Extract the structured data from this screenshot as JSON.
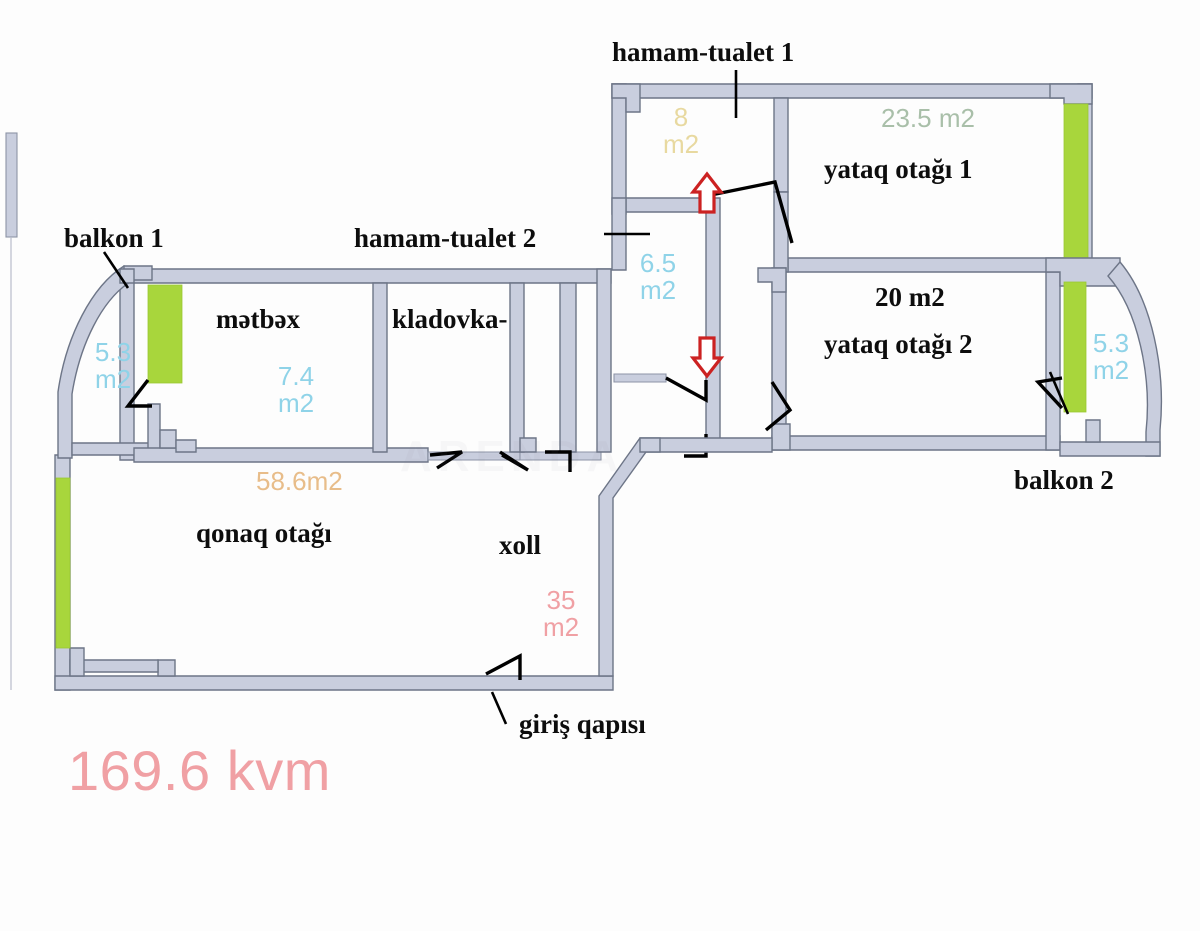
{
  "plan": {
    "total_area": "169.6 kvm",
    "total_area_color": "#f0a0a4",
    "background_color": "#fdfdfd",
    "wall_fill_color": "#c9cede",
    "wall_stroke_color": "#5b6276",
    "window_color": "#a8d63c",
    "door_swing_color": "#000000",
    "arrow_color": "#d02b2b",
    "watermark_text": "ARENDA"
  },
  "rooms": [
    {
      "id": "hamam-tualet-1",
      "name": "hamam-tualet 1",
      "name_style": "callout",
      "area": "8",
      "area_unit": "m2",
      "area_color": "#e8d9a0"
    },
    {
      "id": "yataq-otagi-1",
      "name": "yataq otağı 1",
      "name_style": "inline",
      "area": "23.5 m2",
      "area_unit": "",
      "area_color": "#a9bfa9"
    },
    {
      "id": "yataq-otagi-2",
      "name": "yataq otağı 2",
      "name_style": "inline",
      "area": "20 m2",
      "area_unit": "",
      "area_color": "#0d0d0d"
    },
    {
      "id": "hamam-tualet-2",
      "name": "hamam-tualet 2",
      "name_style": "callout",
      "area": "6.5",
      "area_unit": "m2",
      "area_color": "#8fd3e8"
    },
    {
      "id": "metbex",
      "name": "mətbəx",
      "name_style": "inline",
      "area": "7.4",
      "area_unit": "m2",
      "area_color": "#8fd3e8"
    },
    {
      "id": "kladovka",
      "name": "kladovka-",
      "name_style": "inline",
      "area": "",
      "area_unit": "",
      "area_color": "#0d0d0d"
    },
    {
      "id": "qonaq-otagi",
      "name": "qonaq otağı",
      "name_style": "inline",
      "area": "58.6m2",
      "area_unit": "",
      "area_color": "#e8bd8a"
    },
    {
      "id": "xoll",
      "name": "xoll",
      "name_style": "inline",
      "area": "35",
      "area_unit": "m2",
      "area_color": "#f0a0a4"
    },
    {
      "id": "balkon-1",
      "name": "balkon  1",
      "name_style": "callout",
      "area": "5.3",
      "area_unit": "m2",
      "area_color": "#8fd3e8"
    },
    {
      "id": "balkon-2",
      "name": "balkon  2",
      "name_style": "callout",
      "area": "5.3",
      "area_unit": "m2",
      "area_color": "#8fd3e8"
    }
  ],
  "callouts": [
    {
      "id": "giris-qapisi",
      "name": "giriş qapısı"
    }
  ],
  "labels": {
    "hamam_tualet_1": "hamam-tualet 1",
    "hamam_tualet_2": "hamam-tualet 2",
    "balkon_1": "balkon  1",
    "balkon_2": "balkon  2",
    "yataq_otagi_1": "yataq otağı 1",
    "yataq_otagi_2": "yataq otağı 2",
    "metbex": "mətbəx",
    "kladovka": "kladovka-",
    "qonaq_otagi": "qonaq otağı",
    "xoll": "xoll",
    "giris_qapisi": "giriş qapısı",
    "area_8": "8",
    "area_8_unit": "m2",
    "area_235": "23.5 m2",
    "area_20": "20 m2",
    "area_65": "6.5",
    "area_65_unit": "m2",
    "area_74": "7.4",
    "area_74_unit": "m2",
    "area_586": "58.6m2",
    "area_35": "35",
    "area_35_unit": "m2",
    "area_53_left": "5.3",
    "area_53_left_unit": "m2",
    "area_53_right": "5.3",
    "area_53_right_unit": "m2",
    "total": "169.6 kvm"
  }
}
